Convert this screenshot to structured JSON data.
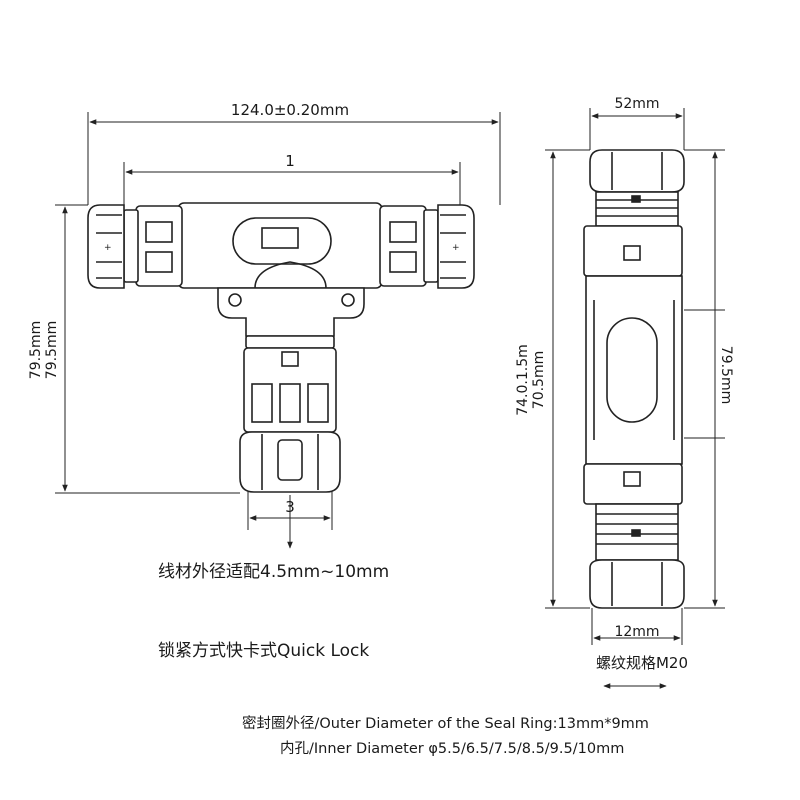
{
  "dimensions": {
    "overall_width": "124.0±0.20mm",
    "port1_label": "1",
    "port3_label": "3",
    "height_left_1": "79.5mm",
    "height_left_2": "79.5mm",
    "side_width": "52mm",
    "side_height_1": "74.0.1.5m",
    "side_height_2": "70.5mm",
    "side_center_height": "79.5mm",
    "nut_width": "12mm",
    "thread_spec": "螺纹规格M20"
  },
  "notes": {
    "cable_range": "线材外径适配4.5mm~10mm",
    "quick_lock": "锁紧方式快卡式Quick Lock",
    "seal_ring": "密封圈外径/Outer Diameter of the Seal Ring:13mm*9mm",
    "inner_diameter": "内孔/Inner Diameter φ5.5/6.5/7.5/8.5/9.5/10mm"
  }
}
